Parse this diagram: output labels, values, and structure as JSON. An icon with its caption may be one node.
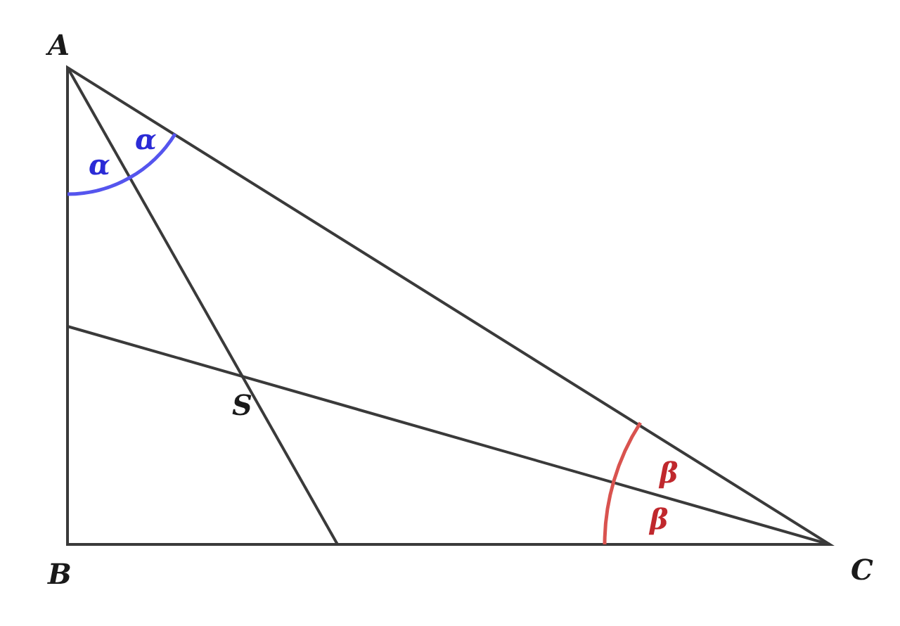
{
  "diagram": {
    "labels": [
      "A",
      "α",
      "α",
      "S",
      "β",
      "β",
      "B",
      "C"
    ]
  }
}
